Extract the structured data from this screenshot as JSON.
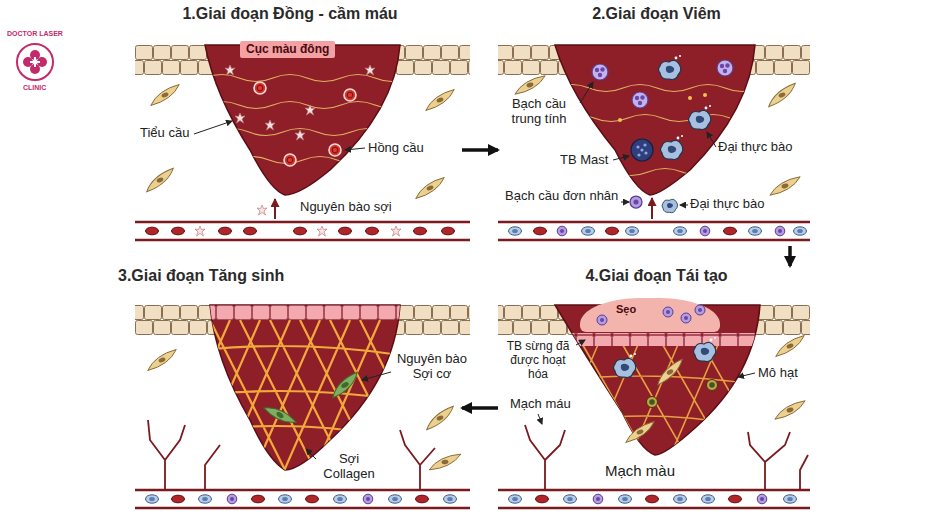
{
  "diagram": {
    "nodes": [
      {
        "text": [
          "1.Giai đoạn Đồng - cầm máu"
        ]
      },
      {
        "text": [
          "Cục màu đông"
        ],
        "in": 0
      },
      {
        "text": [
          "2.Giai đoạn Viêm"
        ]
      },
      {
        "text": [
          "3.Giai đoạn Tăng sinh"
        ]
      },
      {
        "text": [
          "4.Giai đoạn Tái tạo"
        ]
      },
      {
        "text": [
          "Sẹo"
        ],
        "in": 4
      }
    ],
    "edges": [
      {
        "from": 0,
        "to": 2,
        "arrow": "to"
      },
      {
        "from": 2,
        "to": 4,
        "arrow": "to"
      },
      {
        "from": 4,
        "to": 3,
        "arrow": "to"
      }
    ],
    "labels": [
      "DOCTOR LASER",
      "CLINIC",
      "Tiểu cầu",
      "Hồng cầu",
      "Nguyên bào sợi",
      "Bạch cầu trung tính",
      "TB Mast",
      "Đại thực bào",
      "Bạch cầu đơn nhân",
      "Đại thực bào",
      "Nguyên bào Sợi cơ",
      "Sợi Collagen",
      "TB sừng đã được hoạt hóa",
      "Mô hạt",
      "Mạch máu",
      "Mạch màu"
    ]
  }
}
